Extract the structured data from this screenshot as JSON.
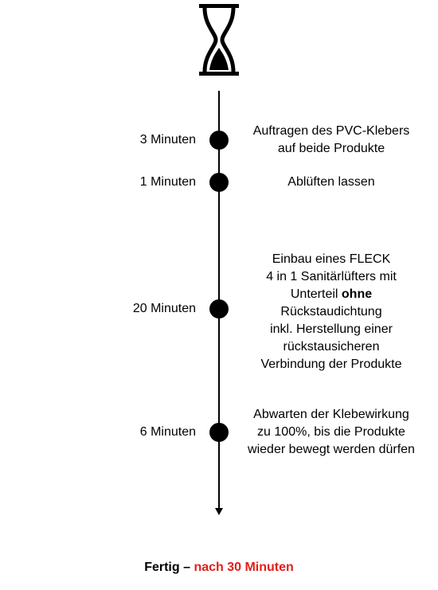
{
  "steps": [
    {
      "duration": "3 Minuten",
      "description_lines": [
        "Auftragen des PVC-Klebers",
        "auf beide Produkte"
      ]
    },
    {
      "duration": "1 Minuten",
      "description_lines": [
        "Ablüften lassen"
      ]
    },
    {
      "duration": "20 Minuten",
      "description_lines": [
        "Einbau eines FLECK",
        "4 in 1 Sanitärlüfters mit",
        "Unterteil ",
        "Rückstaudichtung",
        "inkl. Herstellung einer",
        "rückstausicheren",
        "Verbindung der Produkte"
      ],
      "emphasis": "ohne"
    },
    {
      "duration": "6 Minuten",
      "description_lines": [
        "Abwarten der Klebewirkung",
        "zu 100%, bis die Produkte",
        "wieder bewegt werden dürfen"
      ]
    }
  ],
  "footer": {
    "prefix": "Fertig – ",
    "highlight": "nach 30 Minuten"
  },
  "colors": {
    "line": "#000000",
    "highlight": "#e0201a"
  },
  "icons": {
    "header": "hourglass-icon"
  }
}
